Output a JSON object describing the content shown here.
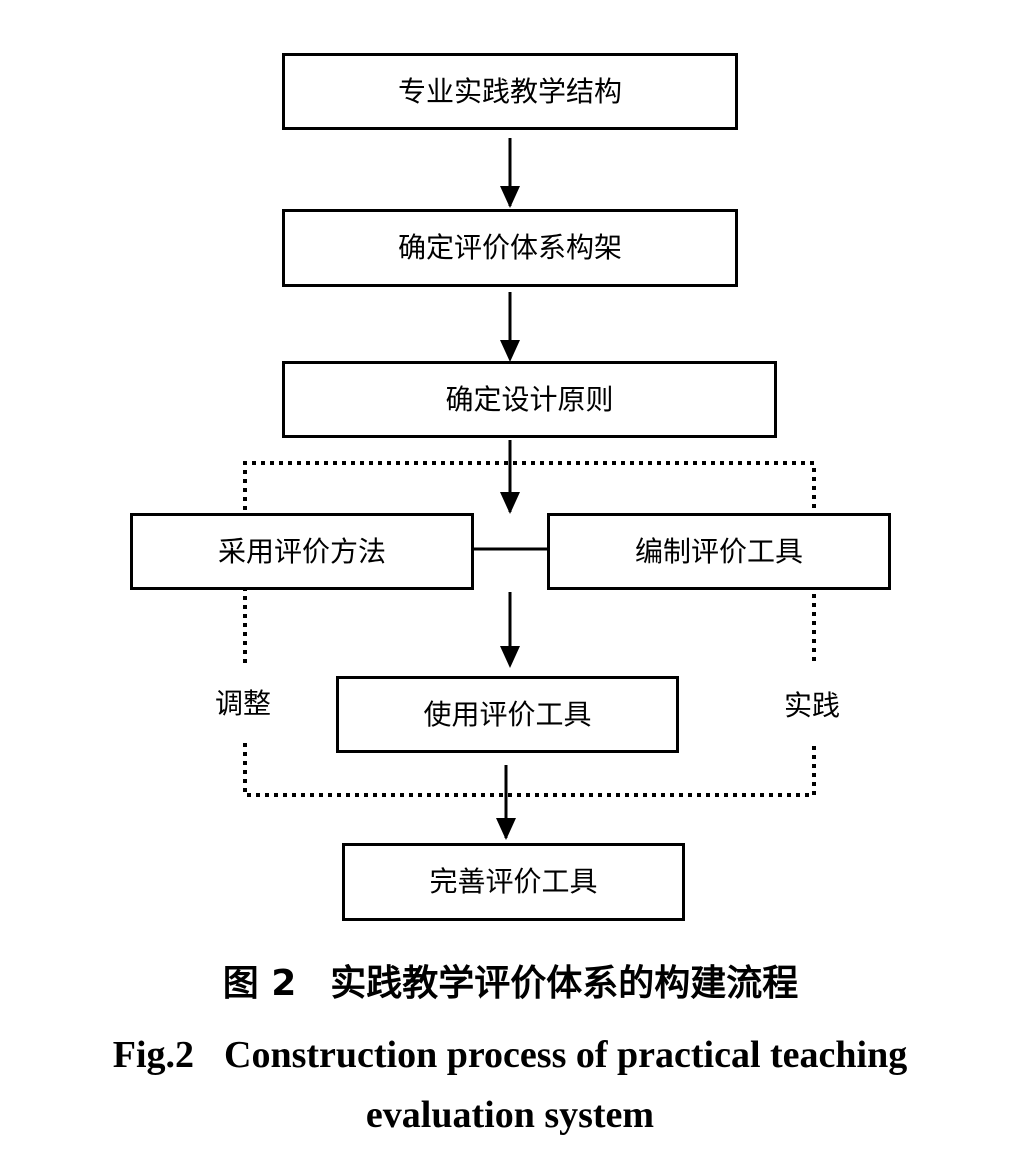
{
  "diagram": {
    "nodes": {
      "structure": "专业实践教学结构",
      "framework": "确定评价体系构架",
      "principles": "确定设计原则",
      "methods": "采用评价方法",
      "compile": "编制评价工具",
      "use": "使用评价工具",
      "improve": "完善评价工具"
    },
    "loop_labels": {
      "left": "调整",
      "right": "实践"
    }
  },
  "caption": {
    "cn_number": "图 2",
    "cn_title": "实践教学评价体系的构建流程",
    "en_number": "Fig.2",
    "en_title": "Construction process of practical teaching evaluation system"
  }
}
